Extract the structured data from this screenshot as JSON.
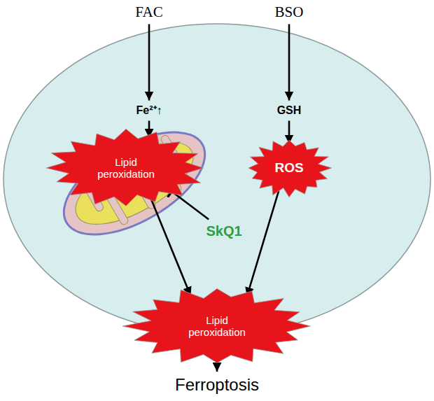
{
  "diagram": {
    "nodes": [
      {
        "text": [
          "FAC"
        ]
      },
      {
        "text": [
          "BSO"
        ]
      },
      {
        "text": [
          "Fe²⁺↑"
        ]
      },
      {
        "text": [
          "GSH"
        ]
      },
      {
        "text": [
          "Lipid peroxidation"
        ]
      },
      {
        "text": [
          "ROS"
        ]
      },
      {
        "text": [
          "SkQ1"
        ]
      },
      {
        "text": [
          "Lipid peroxidation"
        ]
      },
      {
        "text": [
          "Ferroptosis"
        ]
      }
    ],
    "edges": [
      {
        "from": 0,
        "to": 2,
        "arrow": "to"
      },
      {
        "from": 2,
        "to": 4,
        "arrow": "to"
      },
      {
        "from": 1,
        "to": 3,
        "arrow": "to"
      },
      {
        "from": 3,
        "to": 5,
        "arrow": "to"
      },
      {
        "from": 6,
        "to": 4,
        "arrow": "to"
      },
      {
        "from": 4,
        "to": 7,
        "arrow": "to"
      },
      {
        "from": 5,
        "to": 7,
        "arrow": "to"
      },
      {
        "from": 7,
        "to": 8,
        "arrow": "to"
      }
    ]
  }
}
